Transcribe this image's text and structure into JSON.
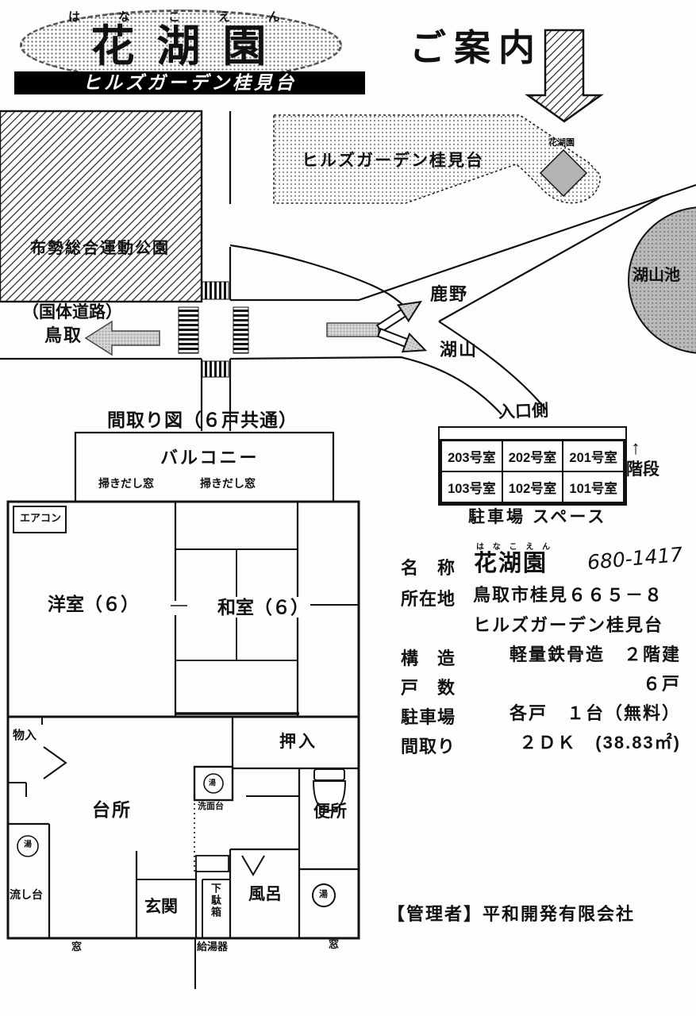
{
  "header": {
    "furigana": "はなこえん",
    "title": "花湖園",
    "subtitle": "ヒルズガーデン桂見台",
    "guide": "ご案内"
  },
  "map": {
    "park_label": "布勢総合運動公園",
    "hills_label": "ヒルズガーデン桂見台",
    "hanakoen_small": "花湖園",
    "road_note": "（国体道路）",
    "tottori": "鳥取",
    "shikano": "鹿野",
    "koyama": "湖山",
    "lake": "湖山池",
    "entrance_side": "入口側"
  },
  "parking": {
    "rows": [
      [
        "203号室",
        "202号室",
        "201号室"
      ],
      [
        "103号室",
        "102号室",
        "101号室"
      ]
    ],
    "stairs_arrow": "↑",
    "stairs": "階段",
    "caption": "駐車場 スペース"
  },
  "details": {
    "rows": [
      {
        "label": "名　称",
        "value": ""
      },
      {
        "label": "所在地",
        "value": "鳥取市桂見６６５－８"
      },
      {
        "label": "",
        "value": "ヒルズガーデン桂見台"
      },
      {
        "label": "構　造",
        "value": "軽量鉄骨造　２階建"
      },
      {
        "label": "戸　数",
        "value": "６戸"
      },
      {
        "label": "駐車場",
        "value": "各戸　１台（無料）"
      },
      {
        "label": "間取り",
        "value": "２ＤＫ　(38.83㎡)"
      }
    ],
    "name_furigana": "は な こ え ん",
    "name_value": "花湖園",
    "name_hand": "680-1417"
  },
  "floorplan": {
    "title": "間取り図（６戸共通）",
    "balcony": "バルコニー",
    "sweep_window": "掃きだし窓",
    "aircon": "エアコン",
    "western_room": "洋室（６）",
    "japanese_room": "和室（６）",
    "storage": "物入",
    "closet": "押入",
    "kitchen": "台所",
    "washstand": "洗面台",
    "toilet": "便所",
    "sink": "流し台",
    "entrance": "玄関",
    "shoe_box": "下駄箱",
    "bath": "風呂",
    "hot_water_symbol": "湯",
    "window": "窓",
    "water_heater": "給湯器"
  },
  "manager": "【管理者】平和開発有限会社",
  "colors": {
    "ink": "#111111",
    "banner_bg": "#000000",
    "gray_fill": "#b3b3b3"
  }
}
